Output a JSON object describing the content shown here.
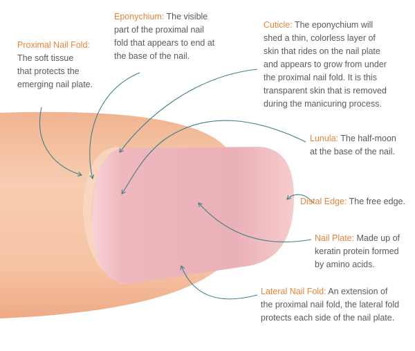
{
  "colors": {
    "term": "#e8833a",
    "text": "#5a5a5a",
    "arrow": "#3e7f86",
    "skin": "#f3b896",
    "nail": "#eab0b7"
  },
  "labels": [
    {
      "id": "proximal-nail-fold",
      "term": "Proximal Nail Fold:",
      "lines": [
        "The soft tissue",
        "that protects the",
        "emerging nail plate."
      ]
    },
    {
      "id": "eponychium",
      "term": "Eponychium:",
      "first": " The visible",
      "lines": [
        "part of the proximal nail",
        "fold that appears to end at",
        "the base of the nail."
      ]
    },
    {
      "id": "cuticle",
      "term": "Cuticle:",
      "first": " The eponychium will",
      "lines": [
        "shed a thin, colorless layer of",
        "skin that rides on the nail plate",
        "and appears to grow from under",
        "the proximal nail fold. It is this",
        "transparent skin that is removed",
        "during the manicuring process."
      ]
    },
    {
      "id": "lunula",
      "term": "Lunula:",
      "first": " The half-moon",
      "lines": [
        "at the base of the nail."
      ]
    },
    {
      "id": "distal-edge",
      "term": "Distal Edge:",
      "first": " The free edge.",
      "lines": []
    },
    {
      "id": "nail-plate",
      "term": "Nail Plate:",
      "first": " Made up of",
      "lines": [
        "keratin protein formed",
        "by amino acids."
      ]
    },
    {
      "id": "lateral-nail-fold",
      "term": "Lateral Nail Fold:",
      "first": " An extension of",
      "lines": [
        "the proximal nail fold, the lateral fold",
        "protects each side of the nail plate."
      ]
    }
  ]
}
